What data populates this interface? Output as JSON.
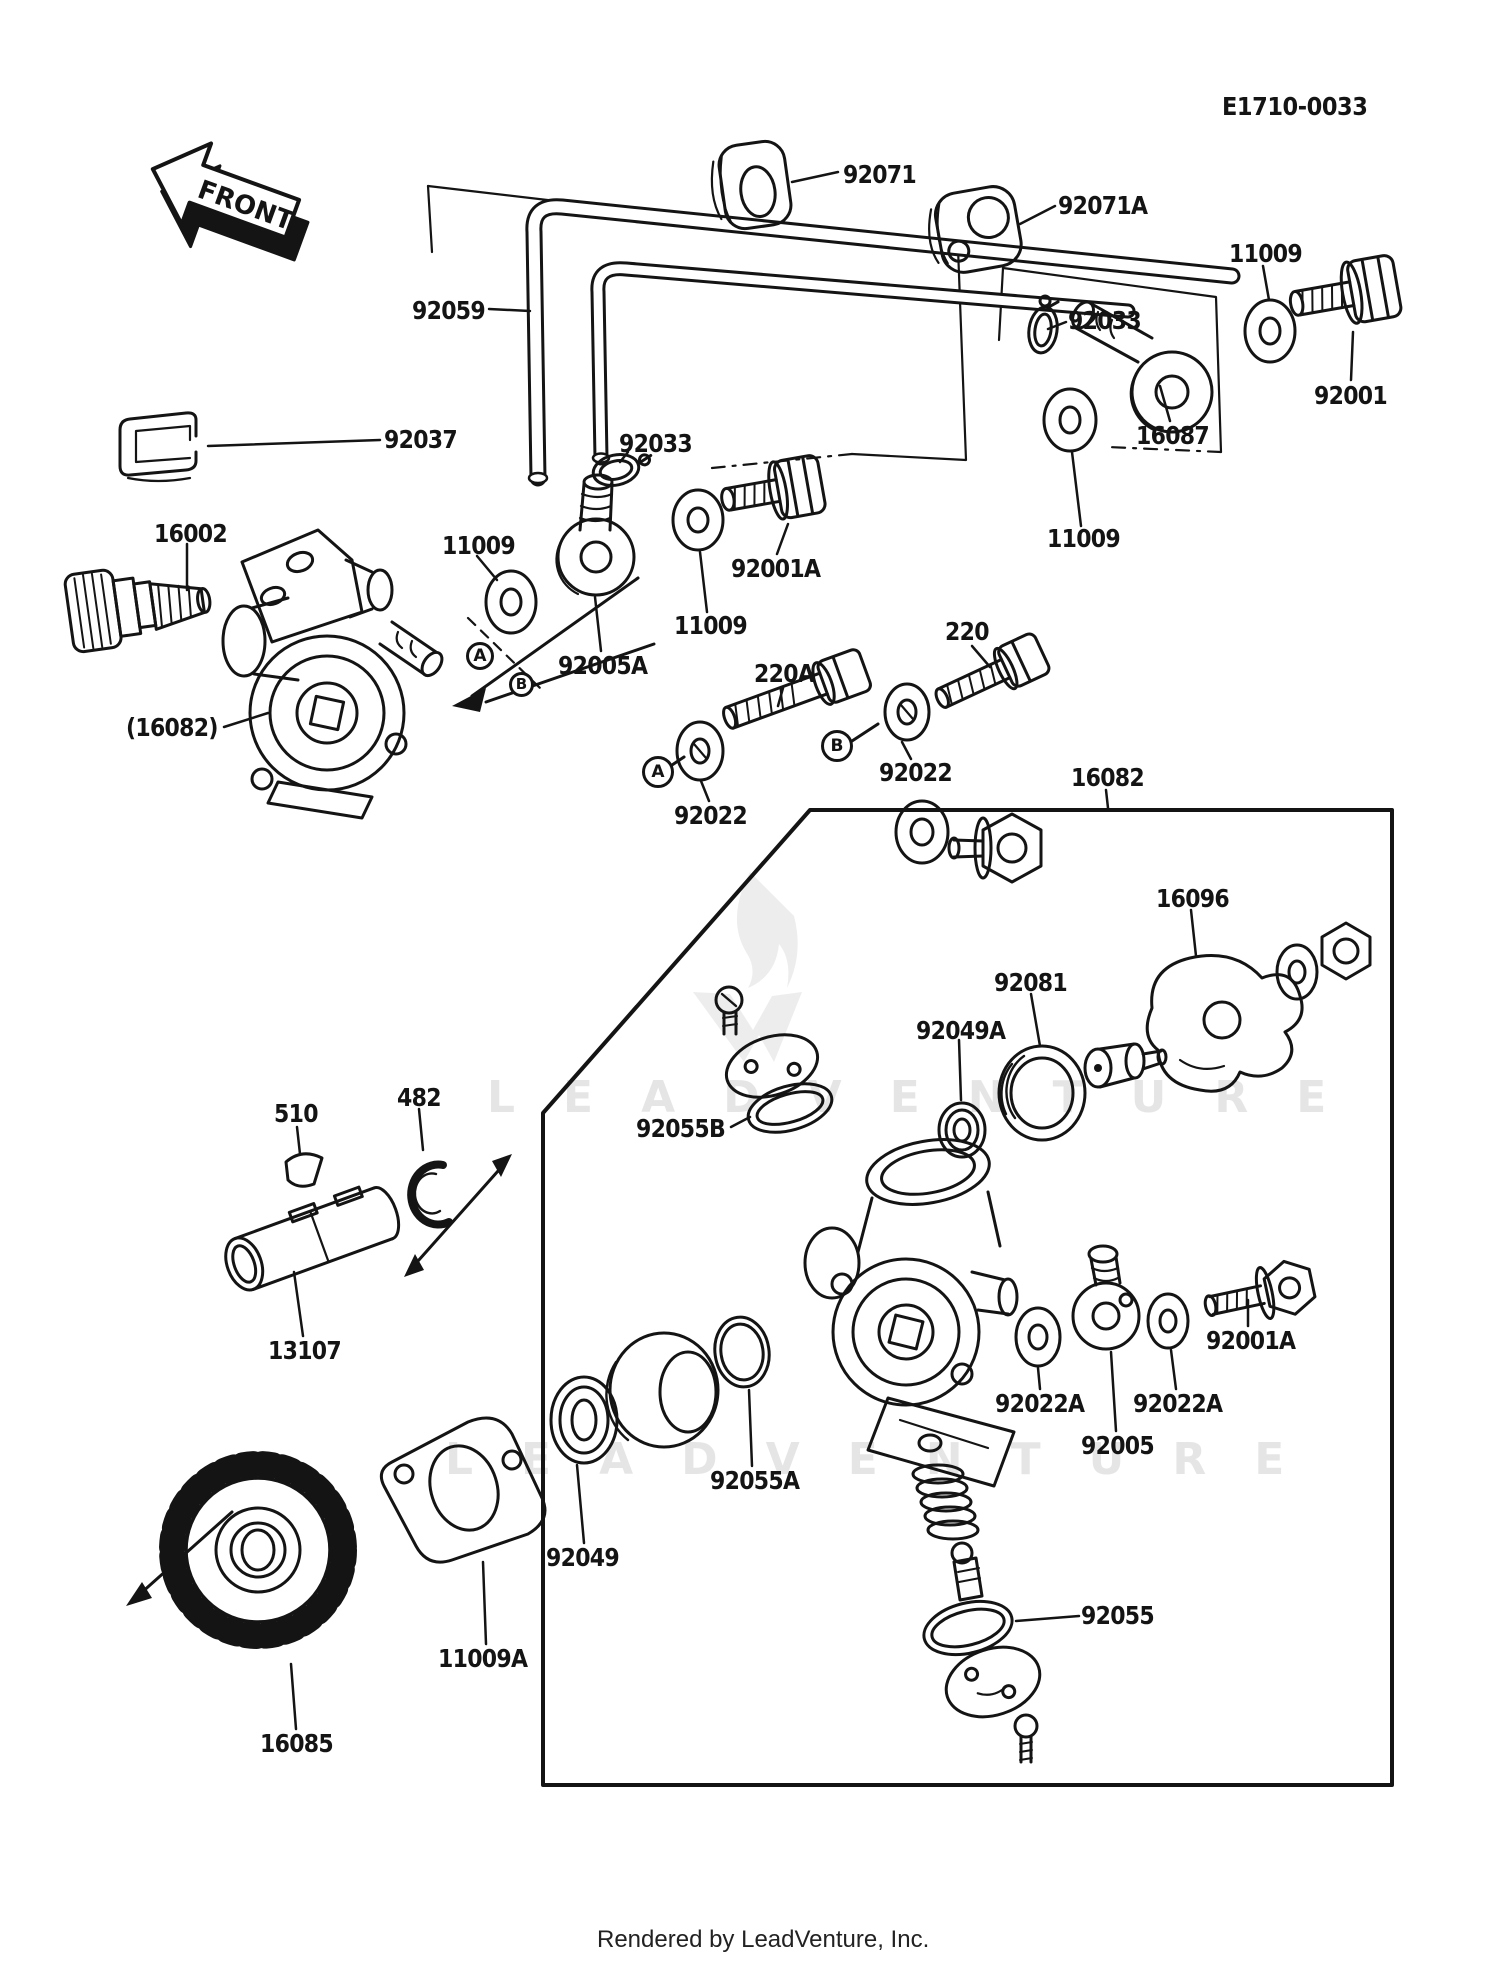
{
  "header": {
    "diagram_code": "E1710-0033"
  },
  "front_badge": {
    "label": "FRONT"
  },
  "watermark": {
    "brand": "LEADVENTURE"
  },
  "footer": {
    "credit": "Rendered by LeadVenture, Inc."
  },
  "callout_markers": [
    {
      "letter": "A"
    },
    {
      "letter": "B"
    },
    {
      "letter": "A"
    },
    {
      "letter": "B"
    }
  ],
  "part_labels": [
    {
      "text": "92071"
    },
    {
      "text": "92071A"
    },
    {
      "text": "11009"
    },
    {
      "text": "92059"
    },
    {
      "text": "92033"
    },
    {
      "text": "92001"
    },
    {
      "text": "92037"
    },
    {
      "text": "92033"
    },
    {
      "text": "16087"
    },
    {
      "text": "16002"
    },
    {
      "text": "11009"
    },
    {
      "text": "11009"
    },
    {
      "text": "92001A"
    },
    {
      "text": "11009"
    },
    {
      "text": "92005A"
    },
    {
      "text": "220A"
    },
    {
      "text": "220"
    },
    {
      "text": "92022"
    },
    {
      "text": "92022"
    },
    {
      "text": "(16082)"
    },
    {
      "text": "16082"
    },
    {
      "text": "16096"
    },
    {
      "text": "92081"
    },
    {
      "text": "92049A"
    },
    {
      "text": "92055B"
    },
    {
      "text": "510"
    },
    {
      "text": "482"
    },
    {
      "text": "13107"
    },
    {
      "text": "92001A"
    },
    {
      "text": "92022A"
    },
    {
      "text": "92022A"
    },
    {
      "text": "92005"
    },
    {
      "text": "92055A"
    },
    {
      "text": "92049"
    },
    {
      "text": "11009A"
    },
    {
      "text": "16085"
    },
    {
      "text": "92055"
    }
  ]
}
